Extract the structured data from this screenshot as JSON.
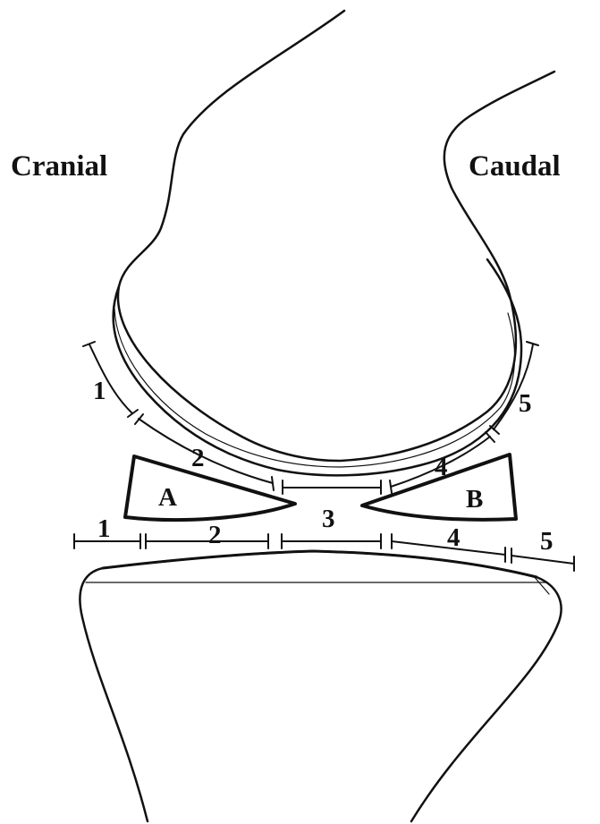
{
  "directions": {
    "cranial": "Cranial",
    "caudal": "Caudal"
  },
  "menisci": {
    "a": "A",
    "b": "B"
  },
  "femoral_zones": [
    "1",
    "2",
    "3",
    "4",
    "5"
  ],
  "tibial_zones": [
    "1",
    "2",
    "3",
    "4",
    "5"
  ],
  "colors": {
    "ink": "#111111",
    "background": "#ffffff"
  }
}
